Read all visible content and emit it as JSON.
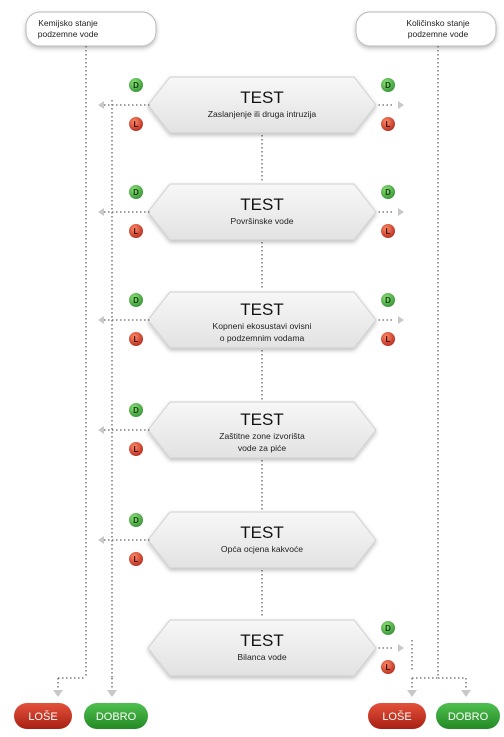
{
  "headers": {
    "left": [
      "Kemijsko stanje",
      "podzemne vode"
    ],
    "right": [
      "Količinsko stanje",
      "podzemne vode"
    ]
  },
  "test_label": "TEST",
  "tests": [
    {
      "lines": [
        "Zaslanjenje ili druga intruzija"
      ],
      "left": true,
      "right": true
    },
    {
      "lines": [
        "Površinske vode"
      ],
      "left": true,
      "right": true
    },
    {
      "lines": [
        "Kopneni ekosustavi ovisni",
        "o podzemnim vodama"
      ],
      "left": true,
      "right": true
    },
    {
      "lines": [
        "Zaštitne zone izvorišta",
        "vode za piće"
      ],
      "left": true,
      "right": false
    },
    {
      "lines": [
        "Opća ocjena kakvoće"
      ],
      "left": true,
      "right": false
    },
    {
      "lines": [
        "Bilanca vode"
      ],
      "left": false,
      "right": true
    }
  ],
  "badges": {
    "good": "D",
    "bad": "L"
  },
  "results": {
    "bad": "LOŠE",
    "good": "DOBRO"
  },
  "colors": {
    "good": "#3aa53a",
    "bad": "#c0392b",
    "dotted": "#666666",
    "arrow": "#c8c8c8",
    "panel": "#eeeeee"
  }
}
